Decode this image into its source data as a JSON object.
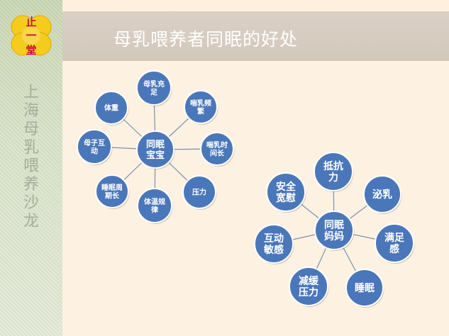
{
  "title": "母乳喂养者同眠的好处",
  "logo_text": [
    "止",
    "一",
    "堂"
  ],
  "sidebar_text": [
    "上",
    "海",
    "母",
    "乳",
    "喂",
    "养",
    "沙",
    "龙"
  ],
  "colors": {
    "node": "#4a77b9",
    "node_border": "#ffffff",
    "connector": "#7f8fa8"
  },
  "diagrams": [
    {
      "center": [
        "同眠",
        "宝宝"
      ],
      "nodes": [
        [
          "母乳充",
          "足"
        ],
        [
          "喘乳频",
          "繁"
        ],
        [
          "喘乳时",
          "间长"
        ],
        [
          "压力"
        ],
        [
          "体温规",
          "律"
        ],
        [
          "睡眠周",
          "期长"
        ],
        [
          "母子互",
          "动"
        ],
        [
          "体重"
        ]
      ]
    },
    {
      "center": [
        "同眠",
        "妈妈"
      ],
      "nodes": [
        [
          "抵抗",
          "力"
        ],
        [
          "泌乳"
        ],
        [
          "满足",
          "感"
        ],
        [
          "睡眠"
        ],
        [
          "减缓",
          "压力"
        ],
        [
          "互动",
          "敏感"
        ],
        [
          "安全",
          "宽慰"
        ]
      ]
    }
  ]
}
